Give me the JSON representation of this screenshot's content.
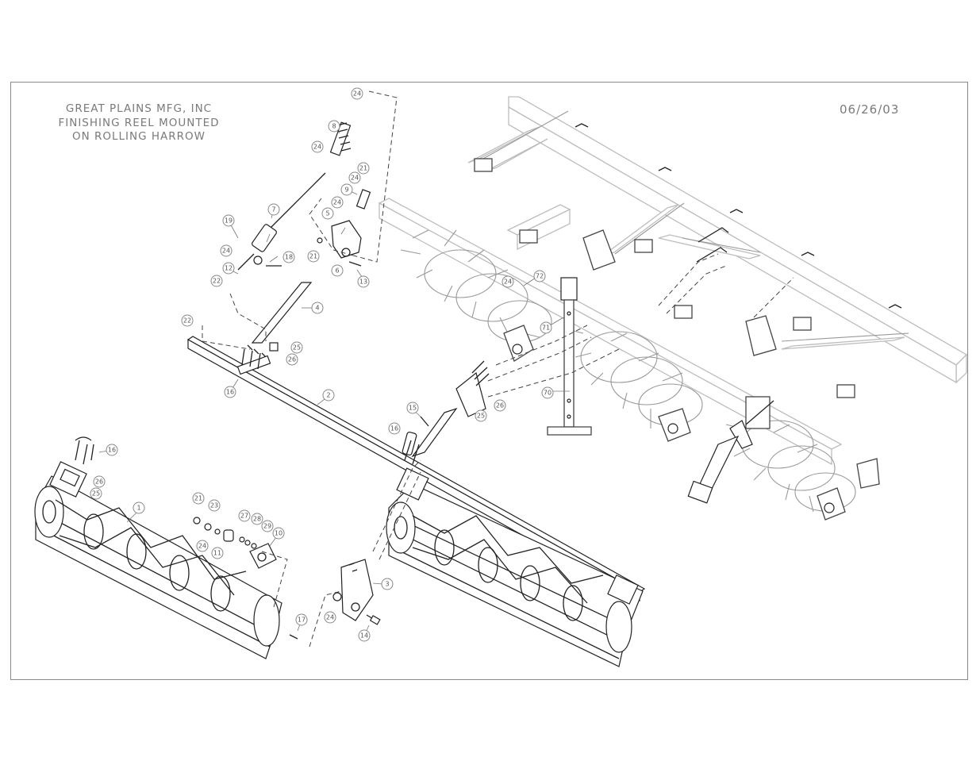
{
  "title_block": {
    "lines": [
      "GREAT PLAINS MFG, INC",
      "FINISHING REEL MOUNTED",
      "ON ROLLING HARROW"
    ]
  },
  "date": "06/26/03",
  "callouts": [
    {
      "label": "1"
    },
    {
      "label": "2"
    },
    {
      "label": "3"
    },
    {
      "label": "4"
    },
    {
      "label": "5"
    },
    {
      "label": "6"
    },
    {
      "label": "7"
    },
    {
      "label": "8"
    },
    {
      "label": "9"
    },
    {
      "label": "10"
    },
    {
      "label": "11"
    },
    {
      "label": "12"
    },
    {
      "label": "13"
    },
    {
      "label": "14"
    },
    {
      "label": "15"
    },
    {
      "label": "16"
    },
    {
      "label": "16"
    },
    {
      "label": "16"
    },
    {
      "label": "17"
    },
    {
      "label": "18"
    },
    {
      "label": "19"
    },
    {
      "label": "21"
    },
    {
      "label": "21"
    },
    {
      "label": "21"
    },
    {
      "label": "22"
    },
    {
      "label": "22"
    },
    {
      "label": "23"
    },
    {
      "label": "24"
    },
    {
      "label": "24"
    },
    {
      "label": "24"
    },
    {
      "label": "24"
    },
    {
      "label": "24"
    },
    {
      "label": "24"
    },
    {
      "label": "24"
    },
    {
      "label": "24"
    },
    {
      "label": "25"
    },
    {
      "label": "25"
    },
    {
      "label": "25"
    },
    {
      "label": "26"
    },
    {
      "label": "26"
    },
    {
      "label": "26"
    },
    {
      "label": "27"
    },
    {
      "label": "28"
    },
    {
      "label": "29"
    },
    {
      "label": "70"
    },
    {
      "label": "71"
    },
    {
      "label": "72"
    }
  ]
}
